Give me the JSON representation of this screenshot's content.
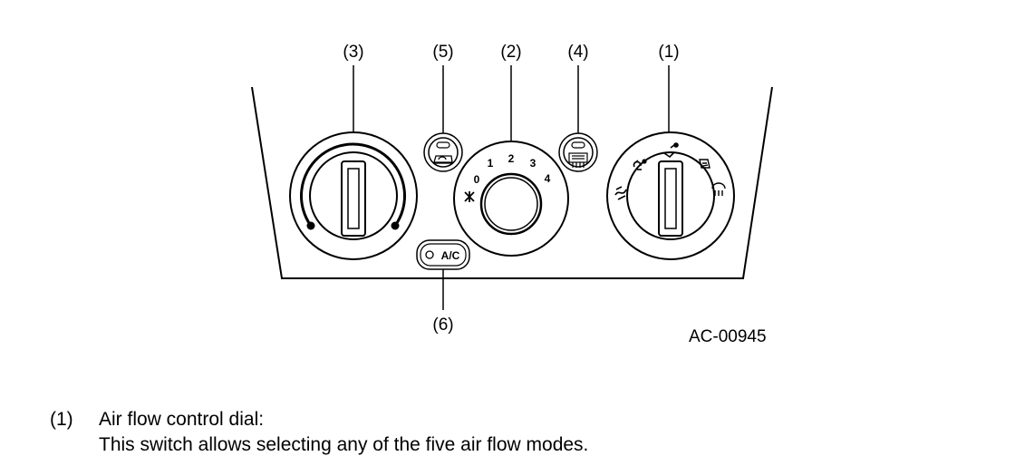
{
  "callouts": {
    "c1": "(1)",
    "c2": "(2)",
    "c3": "(3)",
    "c4": "(4)",
    "c5": "(5)",
    "c6": "(6)"
  },
  "fan_scale": [
    "0",
    "1",
    "2",
    "3",
    "4"
  ],
  "ac_button_label": "A/C",
  "figure_code": "AC-00945",
  "caption": {
    "number": "(1)",
    "title": "Air flow control dial:",
    "description": "This switch allows selecting any of the five air flow modes."
  },
  "icons": {
    "recirc_button": "recirculation-icon",
    "rear_defog_button": "rear-defogger-icon",
    "fan_off": "fan-icon",
    "modes": [
      "face-vent-icon",
      "bi-level-icon",
      "foot-icon",
      "foot-defrost-icon",
      "defrost-icon"
    ]
  }
}
